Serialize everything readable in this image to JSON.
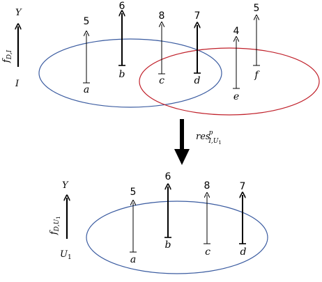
{
  "top": {
    "axis_top_label": "Y",
    "axis_bottom_label": "I",
    "func_main": "f",
    "func_sub": "D,I",
    "points": [
      {
        "label": "a",
        "value": "5",
        "bold": false
      },
      {
        "label": "b",
        "value": "6",
        "bold": true
      },
      {
        "label": "c",
        "value": "8",
        "bold": false
      },
      {
        "label": "d",
        "value": "7",
        "bold": true
      },
      {
        "label": "e",
        "value": "4",
        "bold": false
      },
      {
        "label": "f",
        "value": "5",
        "bold": false
      }
    ],
    "colors": {
      "left_ellipse": "#3a5ba0",
      "right_ellipse": "#c0202a"
    }
  },
  "transform": {
    "label_main": "res",
    "label_sup": "p",
    "label_sub_main": "I,U",
    "label_sub_sub": "1"
  },
  "bottom": {
    "axis_top_label": "Y",
    "axis_bottom_main": "U",
    "axis_bottom_sub": "1",
    "func_main": "f",
    "func_sub_main": "D,U",
    "func_sub_sub": "1",
    "points": [
      {
        "label": "a",
        "value": "5",
        "bold": false
      },
      {
        "label": "b",
        "value": "6",
        "bold": true
      },
      {
        "label": "c",
        "value": "8",
        "bold": false
      },
      {
        "label": "d",
        "value": "7",
        "bold": true
      }
    ],
    "colors": {
      "ellipse": "#3a5ba0"
    }
  }
}
